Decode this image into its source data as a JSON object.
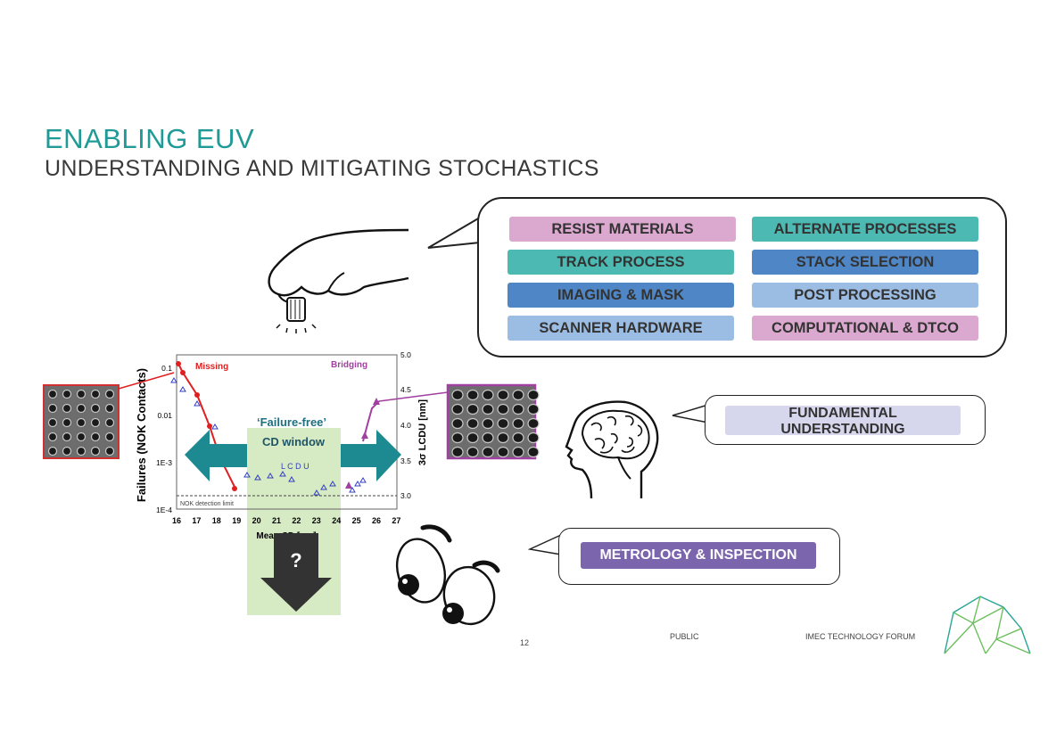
{
  "title": "ENABLING EUV",
  "subtitle": "UNDERSTANDING AND MITIGATING STOCHASTICS",
  "knobs": [
    {
      "label": "RESIST MATERIALS",
      "color": "#dba9cf"
    },
    {
      "label": "ALTERNATE PROCESSES",
      "color": "#4cbab3"
    },
    {
      "label": "TRACK PROCESS",
      "color": "#4cbab3"
    },
    {
      "label": "STACK SELECTION",
      "color": "#4f86c6"
    },
    {
      "label": "IMAGING & MASK",
      "color": "#4f86c6"
    },
    {
      "label": "POST PROCESSING",
      "color": "#9cbde3"
    },
    {
      "label": "SCANNER   HARDWARE",
      "color": "#9cbde3"
    },
    {
      "label": "COMPUTATIONAL & DTCO",
      "color": "#dba9cf"
    }
  ],
  "understanding": {
    "line1": "FUNDAMENTAL",
    "line2": "UNDERSTANDING",
    "color": "#d6d7ec"
  },
  "metrology": {
    "label": "METROLOGY & INSPECTION",
    "color": "#7b66ad"
  },
  "figure": {
    "missing": "Missing",
    "bridging": "Bridging",
    "failure_free_1": "‘Failure-free’",
    "failure_free_2": "CD window",
    "lcdu": "L C D U",
    "detection_limit": "NOK detection limit",
    "ylabel_left": "Failures (NOK Contacts)",
    "ylabel_right": "3σ LCDU  [nm]",
    "xlabel": "Mean CD  [nm]",
    "question": "?",
    "left_ticks": [
      "0.1",
      "0.01",
      "1E-3",
      "1E-4"
    ],
    "right_ticks": [
      "5.0",
      "4.5",
      "4.0",
      "3.5",
      "3.0"
    ],
    "x_ticks": [
      "16",
      "17",
      "18",
      "19",
      "20",
      "21",
      "22",
      "23",
      "24",
      "25",
      "26",
      "27"
    ]
  },
  "footer": {
    "page": "12",
    "classification": "PUBLIC",
    "event": "IMEC TECHNOLOGY FORUM"
  }
}
